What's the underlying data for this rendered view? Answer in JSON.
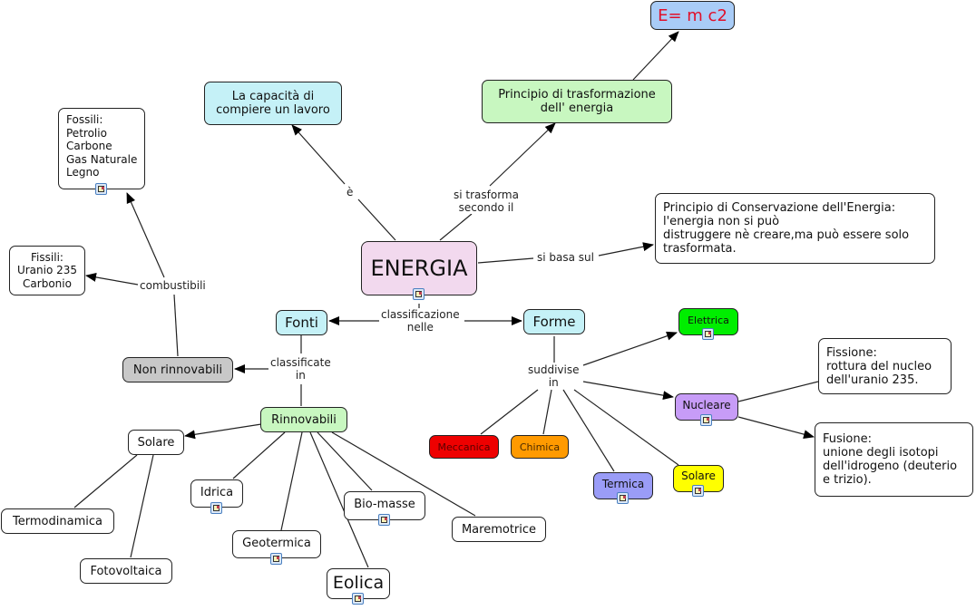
{
  "colors": {
    "pink": "#f2d9ee",
    "cyan": "#c5f1f7",
    "green_light": "#c8f7c0",
    "blue_light": "#a9ccf7",
    "gray": "#c8c8c8",
    "green": "#00ee00",
    "purple": "#c79cf7",
    "red": "#ee0000",
    "orange": "#ff9a00",
    "violet_blue": "#9a9cf7",
    "yellow": "#ffff00",
    "formula_text": "#e0102a"
  },
  "nodes": {
    "energia": "ENERGIA",
    "capacita": "La capacità di\ncompiere un lavoro",
    "trasformazione": "Principio di trasformazione\ndell' energia",
    "formula": "E= m c2",
    "conservazione": "Principio di Conservazione dell'Energia:\n l'energia non si può\ndistruggere nè creare,ma può essere solo\ntrasformata.",
    "fossili": "Fossili:\nPetrolio\nCarbone\nGas Naturale\nLegno",
    "fissili": "Fissili:\nUranio 235\nCarbonio",
    "fonti": "Fonti",
    "forme": "Forme",
    "non_rinnovabili": "Non rinnovabili",
    "rinnovabili": "Rinnovabili",
    "solare_fonte": "Solare",
    "termodinamica": "Termodinamica",
    "fotovoltaica": "Fotovoltaica",
    "idrica": "Idrica",
    "geotermica": "Geotermica",
    "eolica": "Eolica",
    "biomasse": "Bio-masse",
    "maremotrice": "Maremotrice",
    "elettrica": "Elettrica",
    "nucleare": "Nucleare",
    "meccanica": "Meccanica",
    "chimica": "Chimica",
    "termica": "Termica",
    "solare_forma": "Solare",
    "fissione": "Fissione:\nrottura del nucleo\ndell'uranio 235.",
    "fusione": "Fusione:\nunione degli isotopi\ndell'idrogeno (deuterio\ne trizio)."
  },
  "links": {
    "e": "è",
    "si_trasforma": "si trasforma\nsecondo il",
    "si_basa": "si basa sul",
    "classificazione": "classificazione\nnelle",
    "classificate": "classificate\nin",
    "combustibili": "combustibili",
    "suddivise": "suddivise\nin"
  },
  "icons": {
    "resource": "resource-document-icon",
    "arrow": "arrowhead-icon"
  }
}
